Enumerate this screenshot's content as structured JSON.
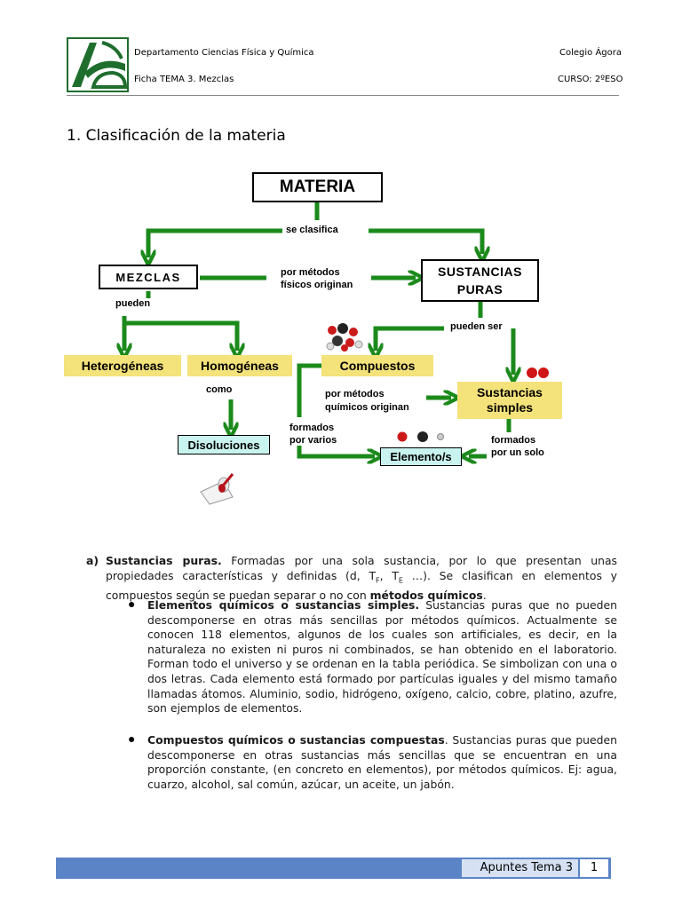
{
  "header": {
    "department": "Departamento Ciencias  Física y Química",
    "school": "Colegio Ágora",
    "sheet": "Ficha TEMA 3.  Mezclas",
    "course": "CURSO: 2ºESO"
  },
  "section_title": "1.  Clasificación de la materia",
  "diagram": {
    "materia": "MATERIA",
    "se_clasifica": "se clasifica",
    "mezclas": "MEZCLAS",
    "sustancias_puras_1": "SUSTANCIAS",
    "sustancias_puras_2": "PURAS",
    "metodos_fisicos_1": "por métodos",
    "metodos_fisicos_2": "físicos originan",
    "pueden": "pueden",
    "pueden_ser": "pueden ser",
    "heterogeneas": "Heterogéneas",
    "homogeneas": "Homogéneas",
    "compuestos": "Compuestos",
    "como": "como",
    "metodos_quimicos_1": "por métodos",
    "metodos_quimicos_2": "químicos originan",
    "sustancias_simples_1": "Sustancias",
    "sustancias_simples_2": "simples",
    "formados_varios_1": "formados",
    "formados_varios_2": "por varios",
    "formados_uno_1": "formados",
    "formados_uno_2": "por un solo",
    "disoluciones": "Disoluciones",
    "elementos": "Elemento/s",
    "colors": {
      "arrow": "#1b8a1b",
      "yellow": "#f4e27a",
      "cyan": "#c8f3ee"
    }
  },
  "body": {
    "a_label": "a)",
    "a_bold": "Sustancias puras.",
    "a_text": " Formadas por una sola sustancia, por lo que presentan unas propiedades características y definidas (d, T",
    "a_sub_f": "F",
    "a_mid": ", T",
    "a_sub_e": "E",
    "a_text2": " …). Se clasifican en elementos y compuestos según se puedan separar o no con ",
    "a_bold2": "métodos químicos",
    "a_end": ".",
    "b1_bold": "Elementos químicos o sustancias simples.",
    "b1_text": " Sustancias puras que no pueden descomponerse en otras más sencillas por métodos químicos. Actualmente se conocen 118 elementos, algunos de los cuales son artificiales, es decir, en la naturaleza no existen ni puros ni combinados, se han obtenido en el laboratorio. Forman todo el universo y se ordenan en la tabla periódica. Se simbolizan con una o dos letras.   Cada elemento está formado por partículas iguales y del mismo tamaño llamadas átomos. Aluminio, sodio, hidrógeno, oxígeno, calcio, cobre, platino, azufre, son ejemplos de elementos.",
    "b2_bold": "Compuestos químicos o sustancias compuestas",
    "b2_text": ". Sustancias puras que pueden descomponerse en otras sustancias más sencillas que se encuentran en una proporción constante, (en concreto en elementos), por métodos químicos. Ej: agua, cuarzo,  alcohol, sal común, azúcar, un aceite, un jabón."
  },
  "footer": {
    "label": "Apuntes Tema 3",
    "page": "1"
  }
}
